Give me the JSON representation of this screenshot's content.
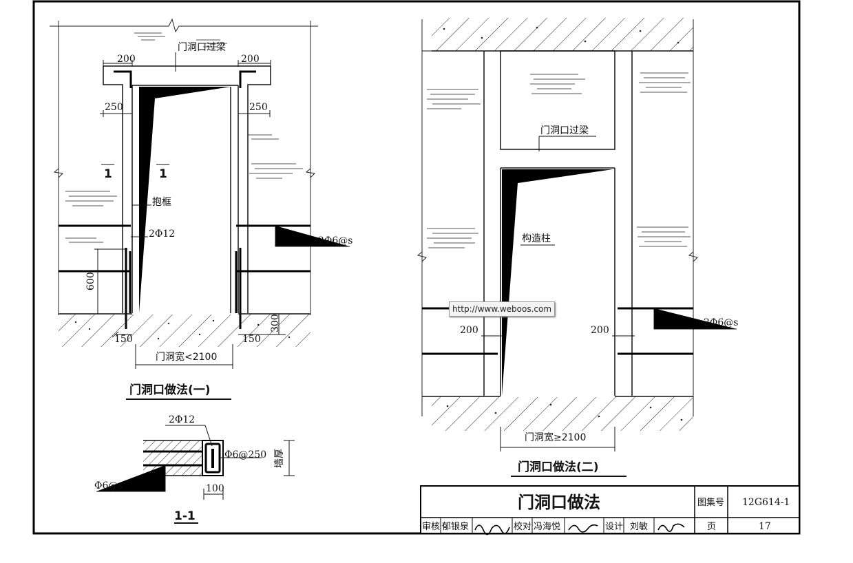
{
  "detail_one": {
    "lintel_label": "门洞口过梁",
    "dim_200_left": "200",
    "dim_200_right": "200",
    "dim_250_left": "250",
    "dim_250_right": "250",
    "section_mark_left": "1",
    "section_mark_right": "1",
    "frame_label": "抱框",
    "rebar_label": "2Φ12",
    "tie_label": "2Φ6@s",
    "dim_600": "600",
    "dim_300": "300",
    "dim_150_left": "150",
    "dim_150_right": "150",
    "width_label": "门洞宽<2100",
    "caption": "门洞口做法(一)"
  },
  "section_1_1": {
    "rebar_label": "2Φ12",
    "stirrup_label": "Φ6@250",
    "wall_thickness": "墙厚",
    "tie_label": "Φ6@s",
    "dim_100": "100",
    "caption": "1-1"
  },
  "detail_two": {
    "lintel_label": "门洞口过梁",
    "column_label": "构造柱",
    "dim_200_left": "200",
    "dim_200_right": "200",
    "tie_label": "2Φ6@s",
    "width_label": "门洞宽≥2100",
    "caption": "门洞口做法(二)"
  },
  "watermark": "http://www.weboos.com",
  "title_block": {
    "title": "门洞口做法",
    "atlas_label": "图集号",
    "atlas_no": "12G614-1",
    "review_label": "审核",
    "reviewer": "郁银泉",
    "check_label": "校对",
    "checker": "冯海悦",
    "design_label": "设计",
    "designer": "刘敏",
    "page_label": "页",
    "page_no": "17"
  }
}
